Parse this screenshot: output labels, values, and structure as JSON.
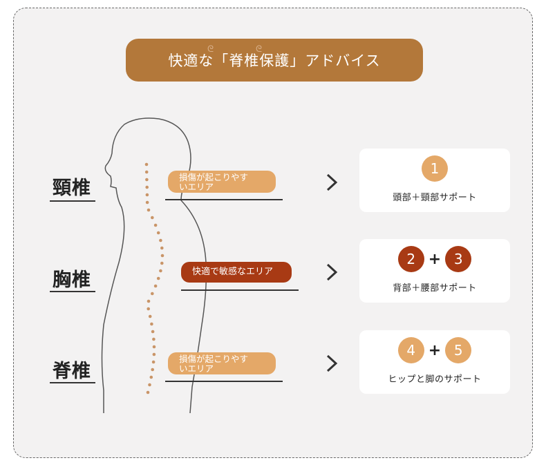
{
  "title": "快適な「脊椎保護」アドバイス",
  "colors": {
    "banner": "#b3783a",
    "light": "#e4a868",
    "dark": "#a83a14"
  },
  "sections": [
    {
      "label": "頸椎",
      "note_line1": "損傷が起こりやす",
      "note_line2": "いエリア",
      "style": "light",
      "badges": [
        "1"
      ],
      "support": "頭部＋頸部サポート"
    },
    {
      "label": "胸椎",
      "note_line1": "快適で敏感なエリア",
      "note_line2": "",
      "style": "dark",
      "badges": [
        "2",
        "3"
      ],
      "support": "背部＋腰部サポート"
    },
    {
      "label": "脊椎",
      "note_line1": "損傷が起こりやす",
      "note_line2": "いエリア",
      "style": "light",
      "badges": [
        "4",
        "5"
      ],
      "support": "ヒップと脚のサポート"
    }
  ],
  "plus_sign": "+",
  "icons": [
    "chevron-right-icon",
    "spine-dots"
  ]
}
